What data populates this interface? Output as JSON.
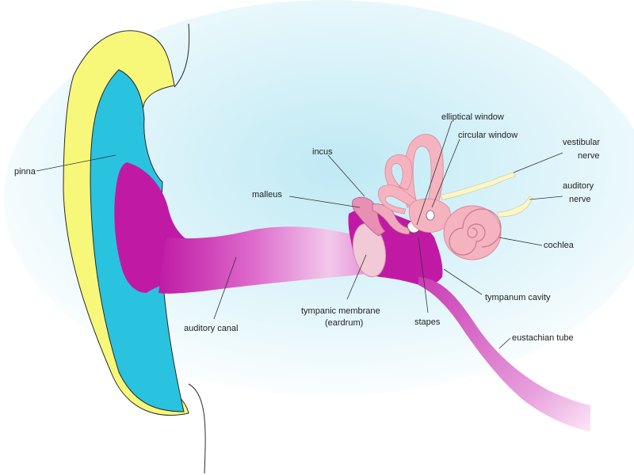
{
  "colors": {
    "background_glow": "#bfe9f4",
    "pinna_outer": "#f7f77a",
    "pinna_inner": "#29c3e0",
    "canal": "#c01aa5",
    "canal_light": "#f2c9ea",
    "ossicles": "#f0a8bd",
    "inner_ear": "#f5b2bf",
    "nerve": "#fbf6c6"
  },
  "labels": {
    "pinna": "pinna",
    "incus": "incus",
    "malleus": "malleus",
    "elliptical_window": "elliptical window",
    "circular_window": "circular window",
    "vestibular_nerve_1": "vestibular",
    "vestibular_nerve_2": "nerve",
    "auditory_nerve_1": "auditory",
    "auditory_nerve_2": "nerve",
    "cochlea": "cochlea",
    "tympanum_cavity": "tympanum cavity",
    "eustachian_tube": "eustachian tube",
    "stapes": "stapes",
    "tympanic_membrane_1": "tympanic membrane",
    "tympanic_membrane_2": "(eardrum)",
    "auditory_canal": "auditory canal"
  }
}
